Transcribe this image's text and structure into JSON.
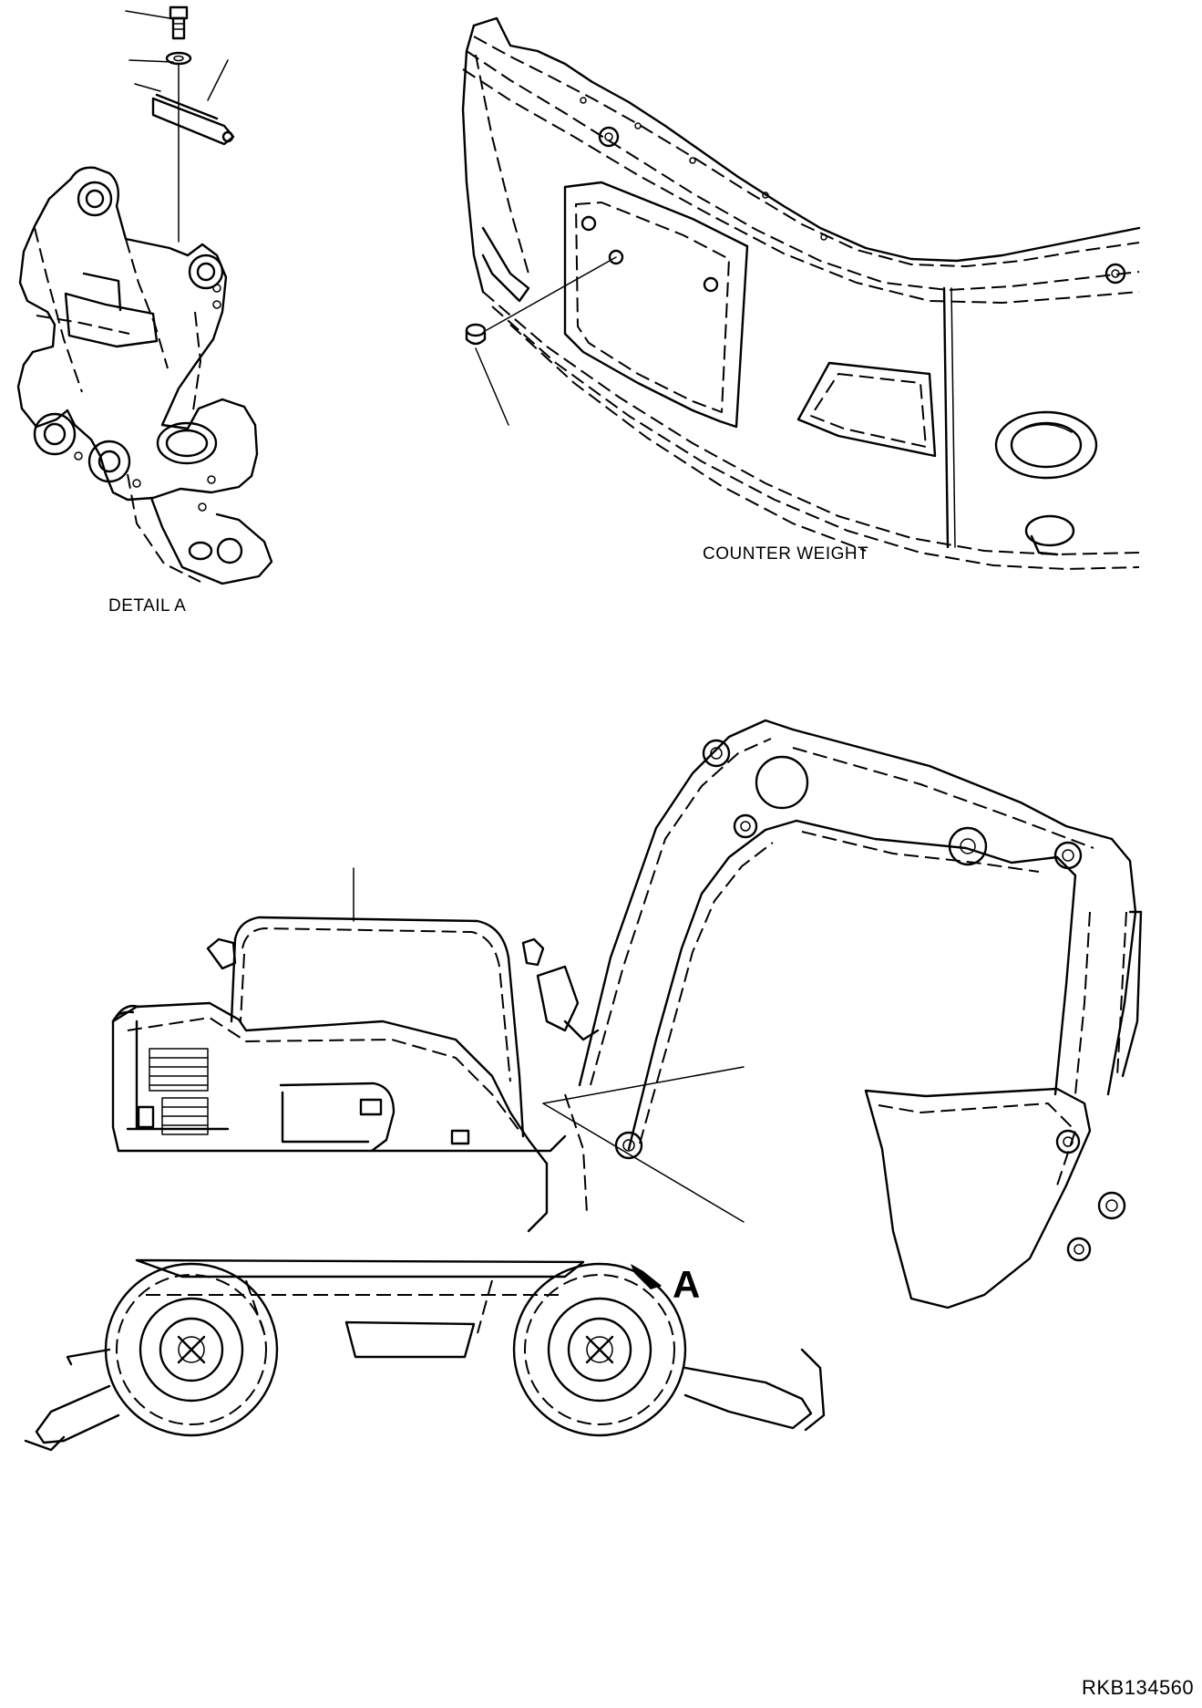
{
  "labels": {
    "detail": "DETAIL A",
    "counterweight": "COUNTER WEIGHT",
    "view_marker": "A",
    "drawing_code": "RKB134560"
  }
}
